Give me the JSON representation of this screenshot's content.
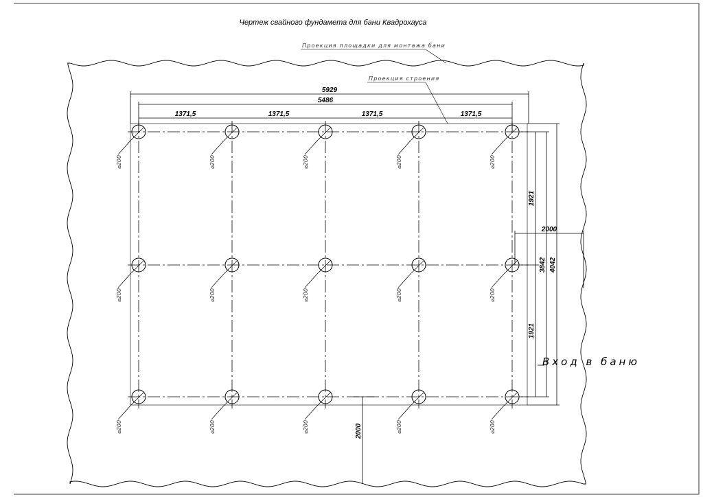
{
  "title": "Чертеж свайного фундамета для бани Квадрохауса",
  "labels": {
    "site_projection": "Проекция площадки для монтажа бани",
    "building_projection": "Проекция строения",
    "entrance": "Вход в баню"
  },
  "dimensions": {
    "overall_width": "5929",
    "axis_width": "5486",
    "span": "1371,5",
    "half_depth": "1921",
    "axis_depth": "3842",
    "overall_depth": "4042",
    "side_offset": "2000",
    "front_offset": "2000"
  },
  "pile_label": "⌀200",
  "pile_grid": {
    "columns": 5,
    "rows": 3
  }
}
